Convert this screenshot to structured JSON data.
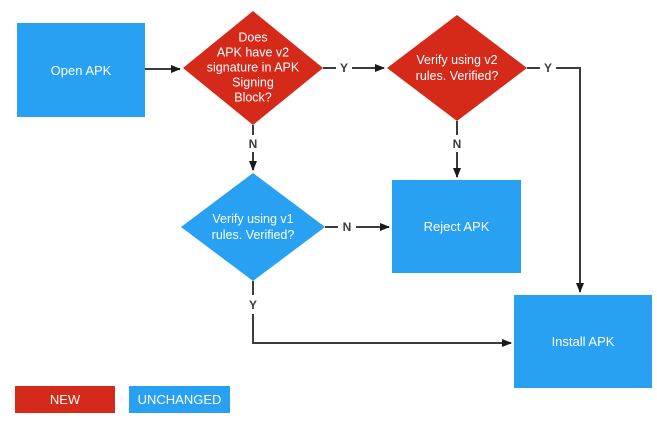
{
  "colors": {
    "new_red": "#d5291a",
    "unchanged_blue": "#29a1f2",
    "connector": "#3c3c3c",
    "node_text": "#ffffff",
    "background": "#ffffff"
  },
  "nodes": {
    "open_apk": {
      "label": "Open APK"
    },
    "v2_signature_check": {
      "label": "Does\nAPK have v2\nsignature in APK\nSigning\nBlock?"
    },
    "verify_v2": {
      "label": "Verify using v2\nrules. Verified?"
    },
    "verify_v1": {
      "label": "Verify using v1\nrules. Verified?"
    },
    "reject_apk": {
      "label": "Reject APK"
    },
    "install_apk": {
      "label": "Install APK"
    }
  },
  "edges": {
    "v2_signature_yes": {
      "label": "Y"
    },
    "v2_signature_no": {
      "label": "N"
    },
    "verify_v2_yes": {
      "label": "Y"
    },
    "verify_v2_no": {
      "label": "N"
    },
    "verify_v1_yes": {
      "label": "Y"
    },
    "verify_v1_no": {
      "label": "N"
    }
  },
  "legend": {
    "items": [
      {
        "label": "NEW",
        "color": "#d5291a"
      },
      {
        "label": "UNCHANGED",
        "color": "#29a1f2"
      }
    ]
  }
}
